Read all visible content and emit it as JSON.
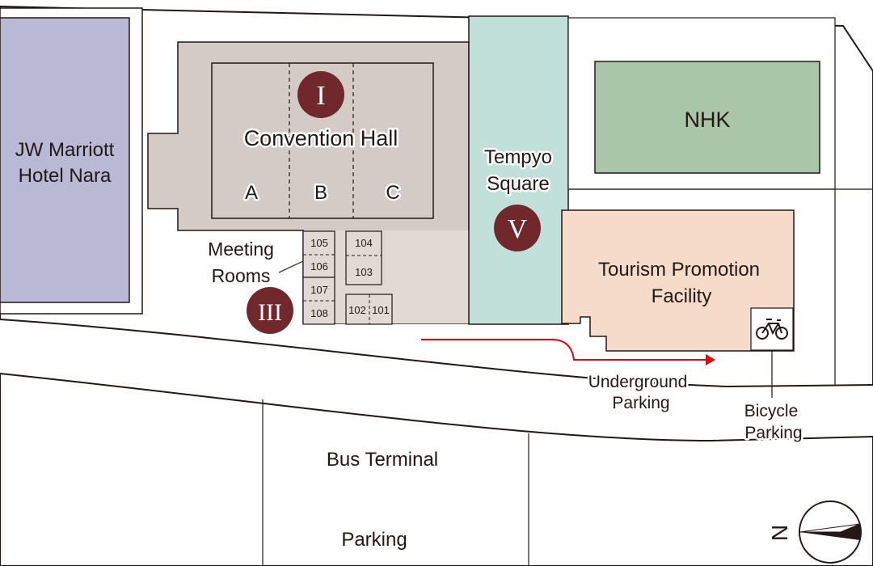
{
  "buildings": {
    "hotel": {
      "line1": "JW Marriott",
      "line2": "Hotel Nara"
    },
    "convention_hall": {
      "label": "Convention Hall",
      "numeral": "I",
      "sections": [
        "A",
        "B",
        "C"
      ]
    },
    "tempyo_square": {
      "line1": "Tempyo",
      "line2": "Square",
      "numeral": "V"
    },
    "nhk": {
      "label": "NHK"
    },
    "tourism": {
      "line1": "Tourism Promotion",
      "line2": "Facility"
    },
    "meeting_rooms": {
      "line1": "Meeting",
      "line2": "Rooms",
      "numeral": "III",
      "rooms": [
        "105",
        "106",
        "107",
        "108",
        "104",
        "103",
        "102",
        "101"
      ]
    }
  },
  "labels": {
    "underground_parking": {
      "line1": "Underground",
      "line2": "Parking"
    },
    "bicycle_parking": {
      "line1": "Bicycle",
      "line2": "Parking"
    },
    "bus_terminal": "Bus Terminal",
    "parking": "Parking"
  },
  "compass": {
    "direction": "N"
  },
  "icons": {
    "bicycle": "bicycle-icon",
    "arrow": "route-arrow-icon"
  },
  "colors": {
    "hotel": "#b9b8d5",
    "convention": "#d4cac6",
    "meeting_area": "#e2d9d5",
    "square": "#c2e0da",
    "nhk": "#a9c6a9",
    "tourism": "#f6dbcb",
    "numeral_badge": "#70282c",
    "arrow": "#e60012"
  }
}
